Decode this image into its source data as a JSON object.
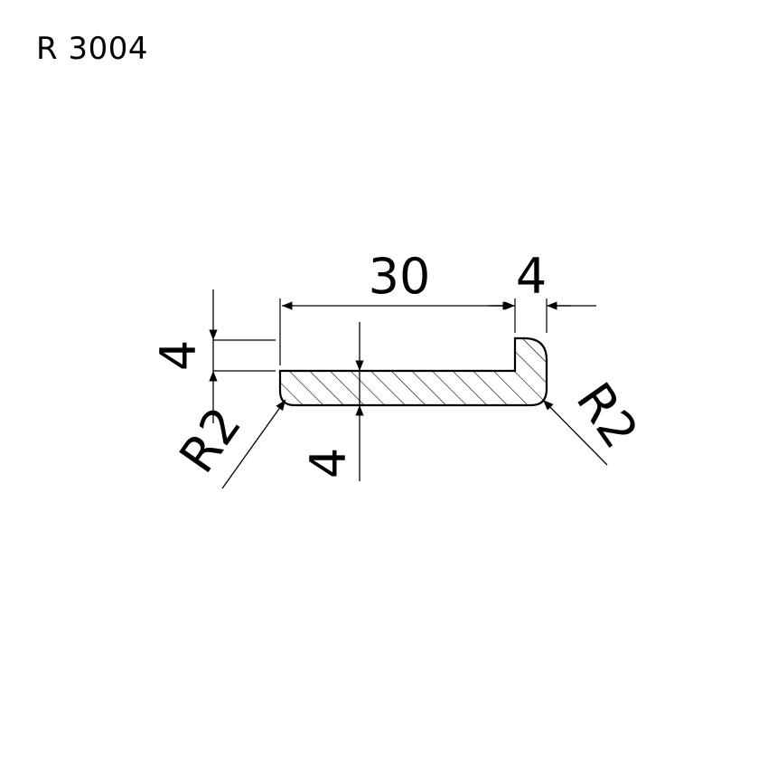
{
  "title": "R 3004",
  "dimensions": {
    "overall_length": "30",
    "lip_width": "4",
    "lip_height": "4",
    "thickness": "4",
    "radius_left": "R2",
    "radius_right": "R2"
  },
  "colors": {
    "line": "#000000",
    "background": "#ffffff"
  }
}
